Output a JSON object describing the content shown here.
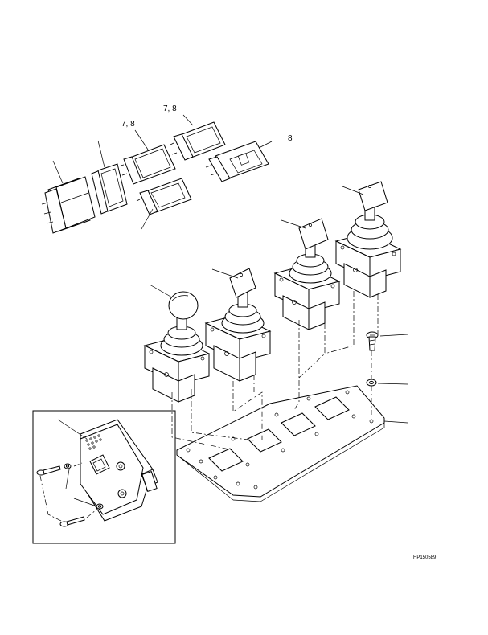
{
  "callouts": {
    "switch_a": "7, 8",
    "switch_b": "7, 8",
    "switch_c": "8"
  },
  "figure_code": "HP150589"
}
